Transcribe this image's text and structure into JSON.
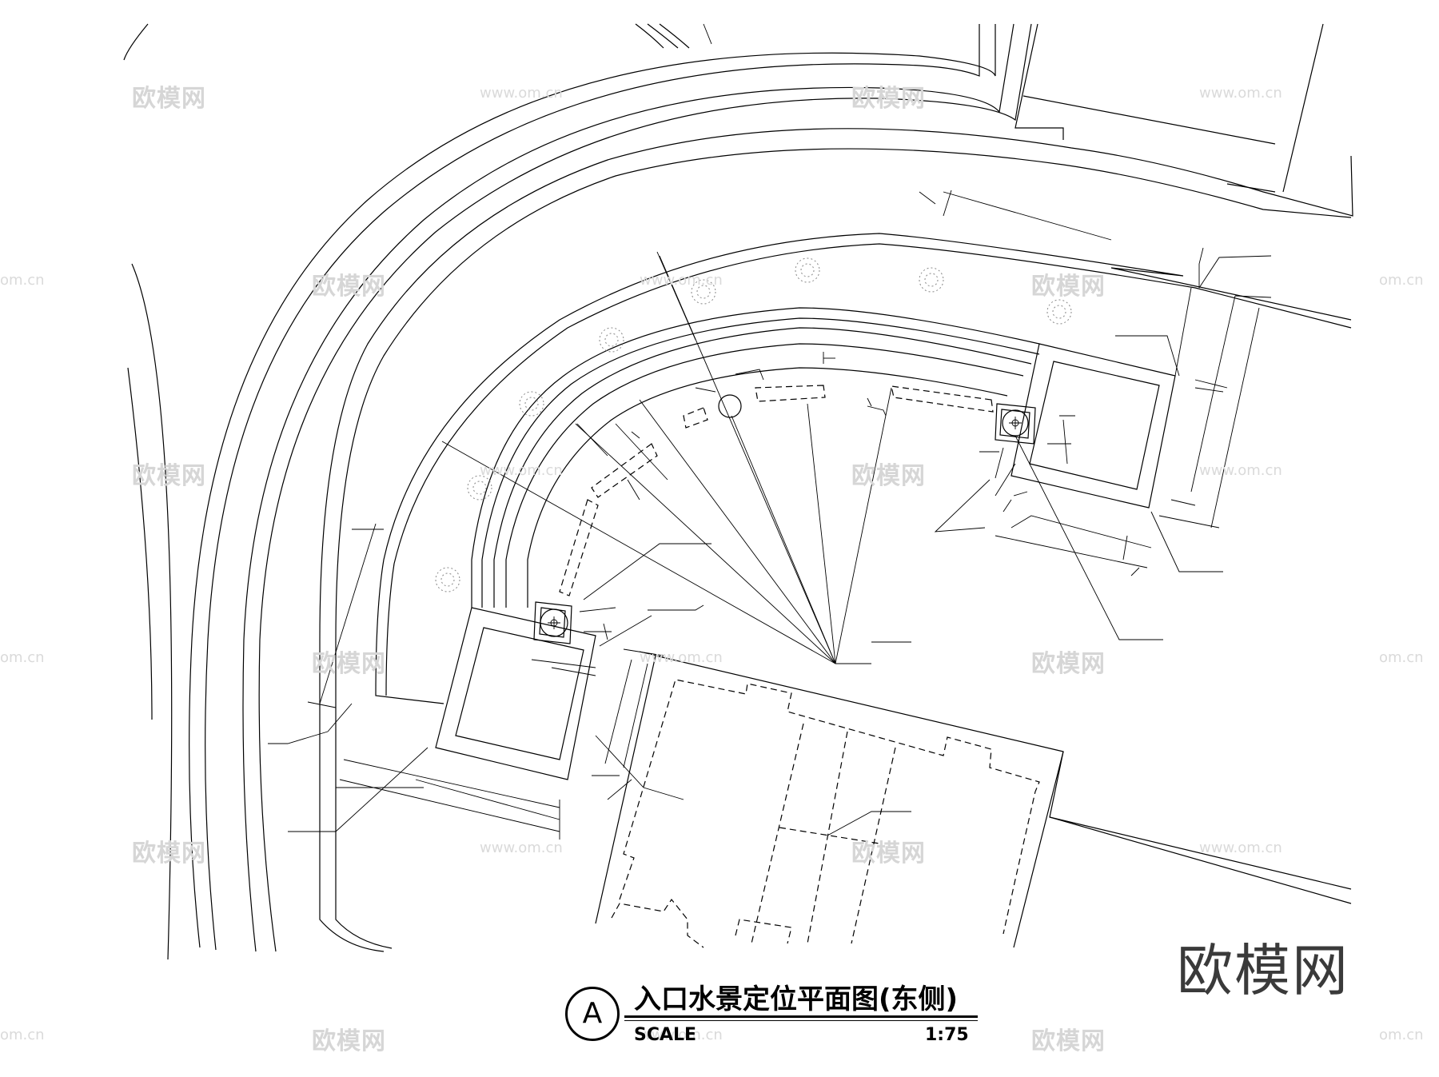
{
  "title": {
    "marker": "A",
    "text": "入口水景定位平面图(东侧)",
    "scale_label": "SCALE",
    "scale_value": "1:75"
  },
  "brand": "欧模网",
  "watermarks": {
    "logo_text": "欧模网",
    "url_text": "www.om.cn",
    "url_short": "om.cn"
  }
}
